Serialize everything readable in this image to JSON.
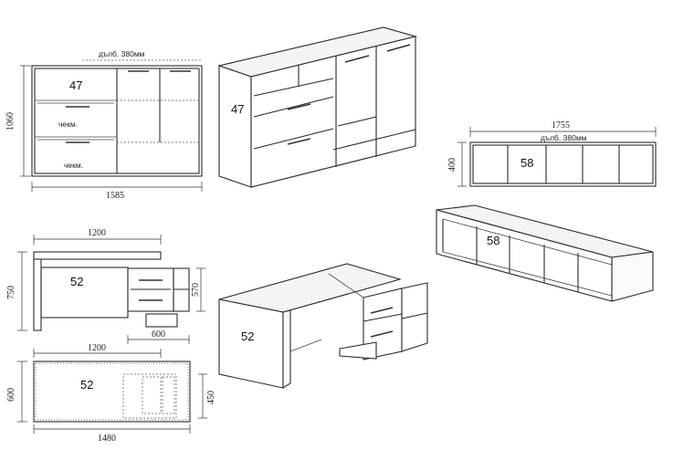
{
  "views": {
    "cabinet_front": {
      "width": "1585",
      "height": "1060",
      "depth_note": "дълб. 380мм",
      "label": "47",
      "drawer_1": "чекм.",
      "drawer_2": "чекм."
    },
    "cabinet_iso": {
      "label": "47"
    },
    "shelf_front": {
      "width": "1755",
      "height": "400",
      "depth_note": "дълб. 380мм",
      "label": "58"
    },
    "shelf_iso": {
      "label": "58"
    },
    "desk_front": {
      "width": "1200",
      "height": "750",
      "pedestal_height": "570",
      "pedestal_width": "600",
      "label": "52"
    },
    "desk_iso": {
      "label": "52"
    },
    "desk_top": {
      "width": "1200",
      "depth": "600",
      "total_width": "1480",
      "pedestal_depth": "450",
      "label": "52"
    }
  }
}
